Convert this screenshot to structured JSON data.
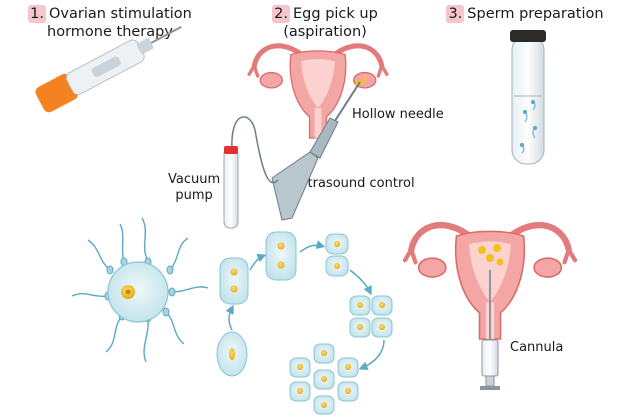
{
  "steps": [
    {
      "number": "1.",
      "line1": "Ovarian stimulation",
      "line2": "hormone therapy"
    },
    {
      "number": "2.",
      "line1": "Egg pick up",
      "line2": "(aspiration)"
    },
    {
      "number": "3.",
      "line1": "Sperm preparation",
      "line2": ""
    }
  ],
  "labels": {
    "hollow_needle": "Hollow needle",
    "vacuum_line1": "Vacuum",
    "vacuum_line2": "pump",
    "ultrasound": "Utrasound control",
    "cannula": "Cannula"
  },
  "colors": {
    "step_highlight": "#f5c6cb",
    "uterus_pink": "#f4a6a4",
    "uterus_dark": "#e27b7b",
    "cell_cyan": "#d6eef2",
    "nucleus_yellow": "#f2c21b",
    "syringe_orange": "#f58220",
    "arrow_blue": "#5aa9c6"
  }
}
